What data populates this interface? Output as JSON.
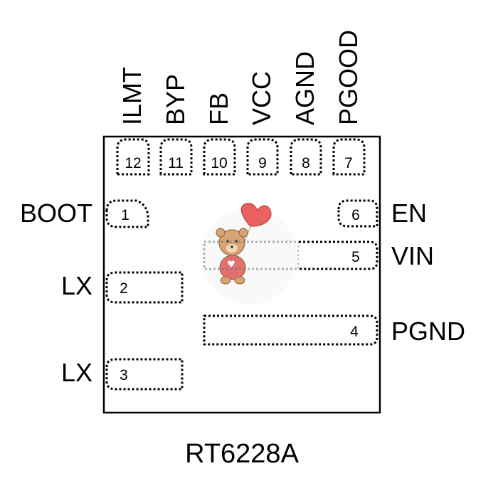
{
  "part_number": "RT6228A",
  "pins": {
    "p1": {
      "number": "1",
      "name": "BOOT"
    },
    "p2": {
      "number": "2",
      "name": "LX"
    },
    "p3": {
      "number": "3",
      "name": "LX"
    },
    "p4": {
      "number": "4",
      "name": "PGND"
    },
    "p5": {
      "number": "5",
      "name": "VIN"
    },
    "p6": {
      "number": "6",
      "name": "EN"
    },
    "p7": {
      "number": "7",
      "name": "PGOOD"
    },
    "p8": {
      "number": "8",
      "name": "AGND"
    },
    "p9": {
      "number": "9",
      "name": "VCC"
    },
    "p10": {
      "number": "10",
      "name": "FB"
    },
    "p11": {
      "number": "11",
      "name": "BYP"
    },
    "p12": {
      "number": "12",
      "name": "ILMT"
    }
  },
  "colors": {
    "outline": "#000000",
    "watermark_heart": "#e8504f",
    "watermark_bear": "#c98a52"
  }
}
